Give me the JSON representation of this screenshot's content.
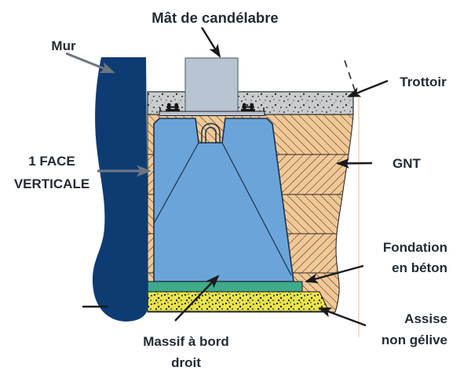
{
  "diagram": {
    "title": "Mât de candélabre",
    "labels": {
      "mur": "Mur",
      "trottoir": "Trottoir",
      "face_verticale": [
        "1 FACE",
        "VERTICALE"
      ],
      "gnt": "GNT",
      "fondation": [
        "Fondation",
        "en béton"
      ],
      "assise": [
        "Assise",
        "non gélive"
      ],
      "massif": [
        "Massif à bord",
        "droit"
      ]
    },
    "colors": {
      "wall": "#0d3c73",
      "massif": "#6ba4d9",
      "massif_outline": "#17324f",
      "gnt": "#f2c897",
      "gnt_hatch": "#3d2f1b",
      "sidewalk": "#c9cdce",
      "post": "#b9c4d3",
      "fondation": "#3faa8c",
      "assise": "#e9e44b",
      "outline": "#2b2b2b",
      "text": "#242b36",
      "arrow_black": "#1a1a1a",
      "arrow_gray": "#6b7580",
      "guide_line": "#e7c9a3"
    }
  }
}
